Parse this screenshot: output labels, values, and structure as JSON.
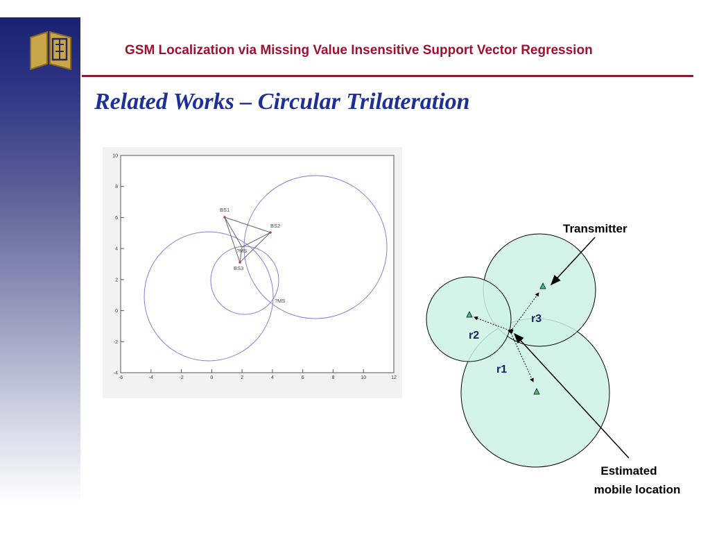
{
  "header": {
    "title": "GSM Localization via Missing Value Insensitive Support Vector Regression"
  },
  "slide": {
    "title": "Related Works – Circular Trilateration"
  },
  "plot": {
    "x_ticks": [
      "-6",
      "-4",
      "-2",
      "0",
      "2",
      "4",
      "6",
      "8",
      "10",
      "12"
    ],
    "y_ticks": [
      "10",
      "8",
      "6",
      "4",
      "2",
      "0",
      "-2",
      "-4"
    ],
    "labels": {
      "bs1": "BS1",
      "bs2": "BS2",
      "bs3": "BS3",
      "ms_top": "?MS",
      "ms_bottom": "?MS"
    }
  },
  "diagram": {
    "transmitter_label": "Transmitter",
    "estimated_label_line1": "Estimated",
    "estimated_label_line2": "mobile location",
    "r1": "r1",
    "r2": "r2",
    "r3": "r3"
  },
  "colors": {
    "header_text": "#a01030",
    "title_text": "#1f2f9a",
    "circle_fill": "#ccf2e6",
    "plot_circle": "#8080d8"
  }
}
